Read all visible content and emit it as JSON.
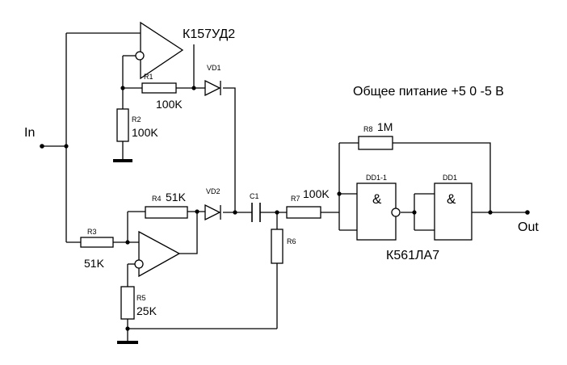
{
  "labels": {
    "in": "In",
    "out": "Out",
    "power_note": "Общее питание +5 0 -5 В",
    "opamp_type": "К157УД2",
    "logic_type": "К561ЛА7",
    "vd1": "VD1",
    "vd2": "VD2",
    "c1": "C1",
    "r1": "R1",
    "r1_value": "100K",
    "r2": "R2",
    "r2_value": "100K",
    "r3": "R3",
    "r3_value": "51K",
    "r4": "R4",
    "r4_value": "51K",
    "r5": "R5",
    "r5_value": "25K",
    "r6": "R6",
    "r7": "R7",
    "r7_value": "100K",
    "r8": "R8",
    "r8_value": "1M",
    "dd1_1": "DD1-1",
    "dd1": "DD1",
    "gate1_symbol": "&",
    "gate2_symbol": "&"
  }
}
